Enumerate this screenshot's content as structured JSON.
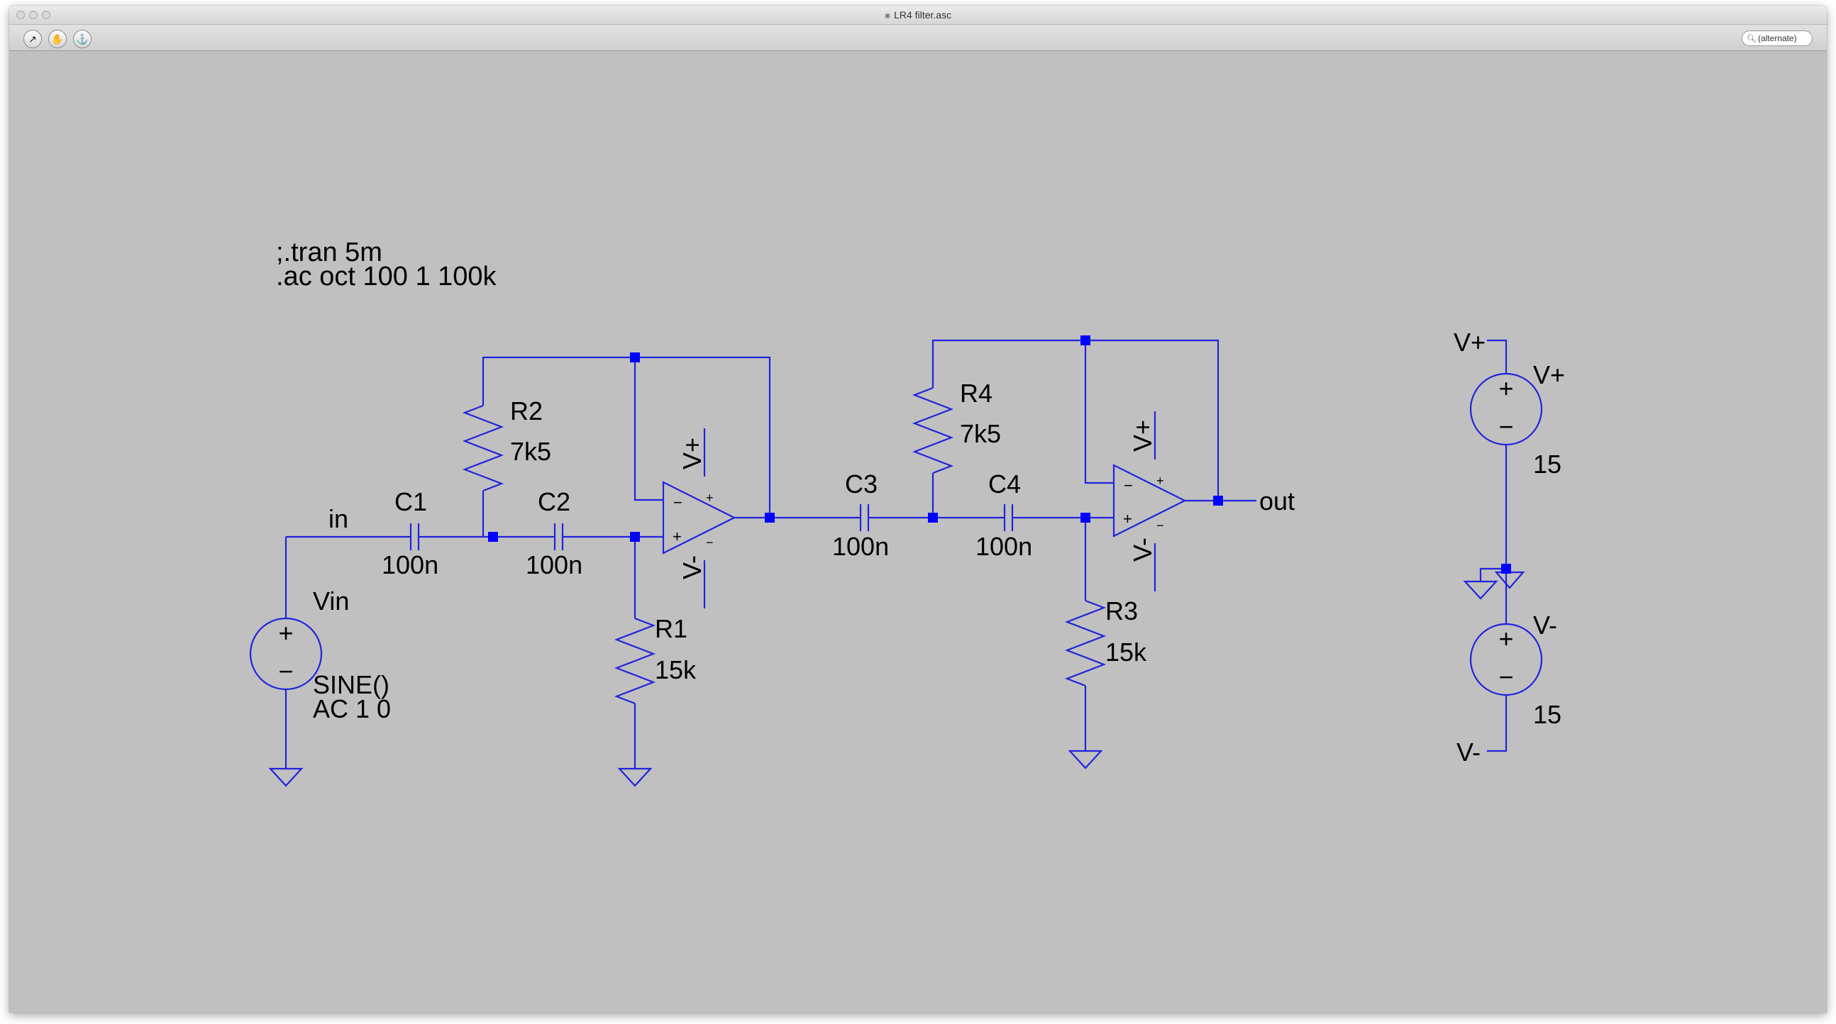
{
  "window": {
    "title": "LR4 filter.asc"
  },
  "toolbar": {
    "buttons": [
      {
        "name": "run-button",
        "icon": "running-man-icon",
        "glyph": "↗"
      },
      {
        "name": "halt-button",
        "icon": "hand-icon",
        "glyph": "✋"
      },
      {
        "name": "probe-button",
        "icon": "probe-icon",
        "glyph": "⚓"
      }
    ],
    "search_value": "(alternate)"
  },
  "directives": [
    ";.tran 5m",
    ".ac oct 100 1 100k"
  ],
  "components": {
    "vin": {
      "ref": "Vin",
      "value_line1": "SINE()",
      "value_line2": "AC 1 0"
    },
    "c1": {
      "ref": "C1",
      "value": "100n"
    },
    "c2": {
      "ref": "C2",
      "value": "100n"
    },
    "c3": {
      "ref": "C3",
      "value": "100n"
    },
    "c4": {
      "ref": "C4",
      "value": "100n"
    },
    "r1": {
      "ref": "R1",
      "value": "15k"
    },
    "r2": {
      "ref": "R2",
      "value": "7k5"
    },
    "r3": {
      "ref": "R3",
      "value": "15k"
    },
    "r4": {
      "ref": "R4",
      "value": "7k5"
    },
    "vpos": {
      "ref": "V+",
      "value": "15"
    },
    "vneg": {
      "ref": "V-",
      "value": "15"
    }
  },
  "nets": {
    "input": "in",
    "output": "out",
    "vplus": "V+",
    "vminus": "V-"
  },
  "symbols": {
    "plus": "+",
    "minus": "−"
  },
  "colors": {
    "wire": "#2222dd",
    "junction": "#0000ff",
    "canvas": "#c0c0c0"
  }
}
